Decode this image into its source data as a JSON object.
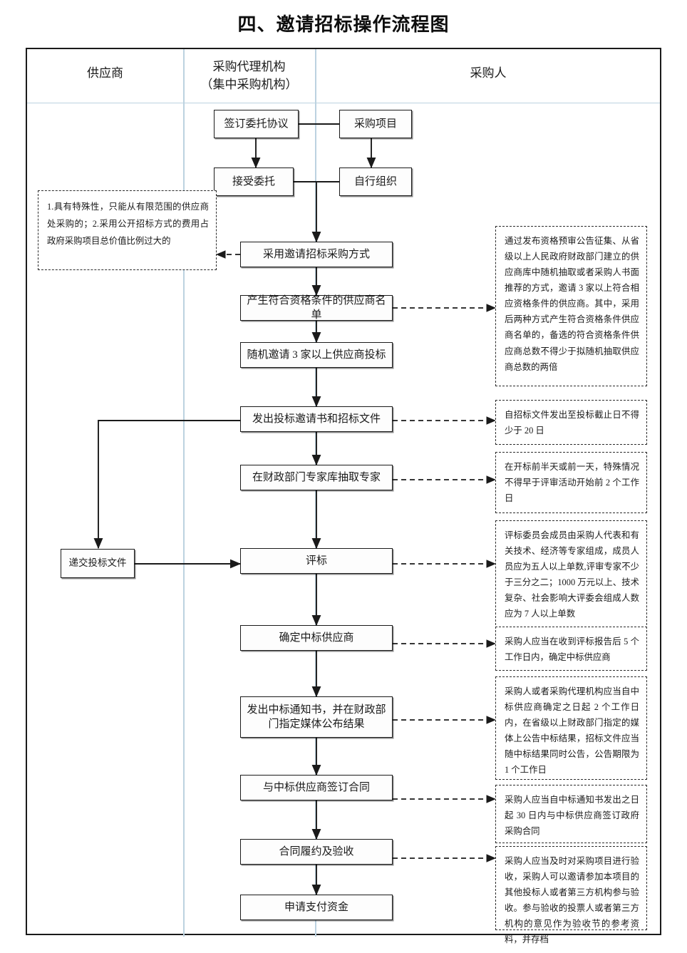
{
  "title": "四、邀请招标操作流程图",
  "lanes": [
    {
      "name": "supplier",
      "label": "供应商",
      "label2": ""
    },
    {
      "name": "agency",
      "label": "采购代理机构",
      "label2": "（集中采购机构）"
    },
    {
      "name": "purchaser",
      "label": "采购人",
      "label2": ""
    }
  ],
  "nodes": [
    {
      "id": "n1",
      "label": "签订委托协议"
    },
    {
      "id": "n2",
      "label": "采购项目"
    },
    {
      "id": "n3",
      "label": "接受委托"
    },
    {
      "id": "n4",
      "label": "自行组织"
    },
    {
      "id": "n5",
      "label": "采用邀请招标采购方式"
    },
    {
      "id": "n6",
      "label": "产生符合资格条件的供应商名单"
    },
    {
      "id": "n7",
      "label": "随机邀请 3 家以上供应商投标"
    },
    {
      "id": "n8",
      "label": "发出投标邀请书和招标文件"
    },
    {
      "id": "n9",
      "label": "在财政部门专家库抽取专家"
    },
    {
      "id": "n10",
      "label": "递交投标文件"
    },
    {
      "id": "n11",
      "label": "评标"
    },
    {
      "id": "n12",
      "label": "确定中标供应商"
    },
    {
      "id": "n13",
      "label": "发出中标通知书，并在财政部门指定媒体公布结果"
    },
    {
      "id": "n14",
      "label": "与中标供应商签订合同"
    },
    {
      "id": "n15",
      "label": "合同履约及验收"
    },
    {
      "id": "n16",
      "label": "申请支付资金"
    }
  ],
  "notes": [
    {
      "id": "note-left",
      "text": "1.具有特殊性，只能从有限范围的供应商处采购的；2.采用公开招标方式的费用占政府采购项目总价值比例过大的"
    },
    {
      "id": "note-1",
      "text": "通过发布资格预审公告征集、从省级以上人民政府财政部门建立的供应商库中随机抽取或者采购人书面推荐的方式，邀请 3 家以上符合相应资格条件的供应商。其中，采用后两种方式产生符合资格条件供应商名单的，备选的符合资格条件供应商总数不得少于拟随机抽取供应商总数的两倍"
    },
    {
      "id": "note-2",
      "text": "自招标文件发出至投标截止日不得少于 20 日"
    },
    {
      "id": "note-3",
      "text": "在开标前半天或前一天，特殊情况不得早于评审活动开始前 2 个工作日"
    },
    {
      "id": "note-4",
      "text": "评标委员会成员由采购人代表和有关技术、经济等专家组成，成员人员应为五人以上单数,评审专家不少于三分之二；1000 万元以上、技术复杂、社会影响大评委会组成人数应为 7 人以上单数"
    },
    {
      "id": "note-5",
      "text": "采购人应当在收到评标报告后 5 个工作日内，确定中标供应商"
    },
    {
      "id": "note-6",
      "text": "采购人或者采购代理机构应当自中标供应商确定之日起 2 个工作日内，在省级以上财政部门指定的媒体上公告中标结果，招标文件应当随中标结果同时公告，公告期限为 1 个工作日"
    },
    {
      "id": "note-7",
      "text": "采购人应当自中标通知书发出之日起 30 日内与中标供应商签订政府采购合同"
    },
    {
      "id": "note-8",
      "text": "采购人应当及时对采购项目进行验收，采购人可以邀请参加本项目的其他投标人或者第三方机构参与验收。参与验收的投票人或者第三方机构的意见作为验收节的参考资料，并存档"
    }
  ],
  "colors": {
    "frame_border": "#1a1a1a",
    "lane_divider": "#bcd2e0",
    "node_border": "#1a1a1a",
    "note_border": "#2b2b2b",
    "text": "#1a1a1a",
    "background": "#ffffff"
  }
}
